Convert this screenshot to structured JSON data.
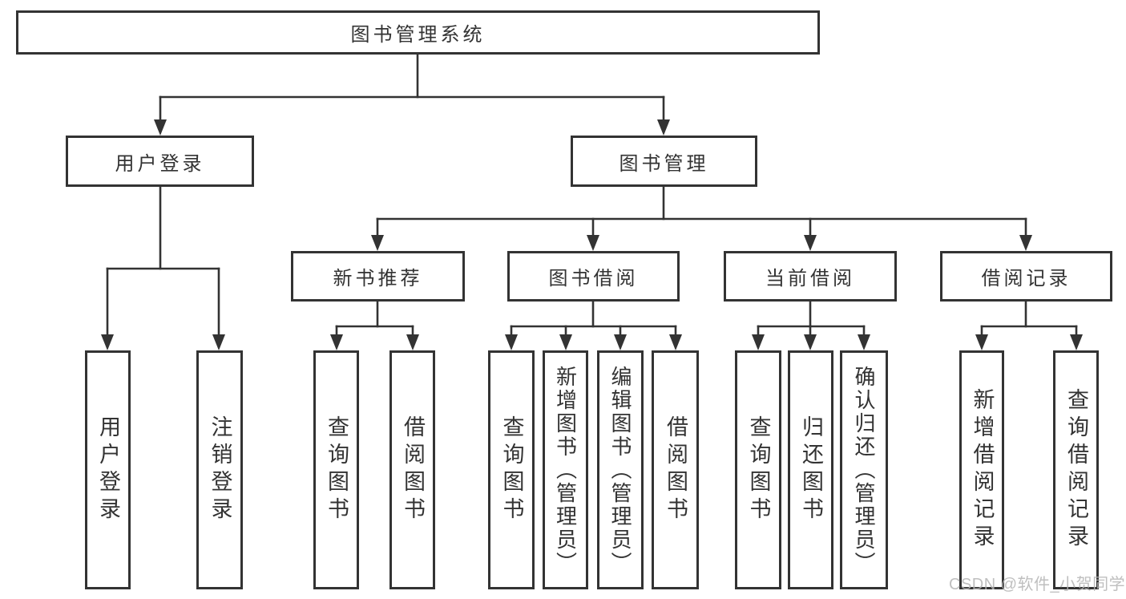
{
  "colors": {
    "line": "#333333",
    "box_border": "#333333",
    "text": "#333333",
    "bg": "#ffffff",
    "watermark": "#b4b4b4"
  },
  "watermark": {
    "text": "CSDN @软件_小贺同学"
  },
  "tree": {
    "label": "图书管理系统",
    "children": [
      {
        "label": "用户登录",
        "children": [
          {
            "label": "用户登录"
          },
          {
            "label": "注销登录"
          }
        ]
      },
      {
        "label": "图书管理",
        "children": [
          {
            "label": "新书推荐",
            "children": [
              {
                "label": "查询图书"
              },
              {
                "label": "借阅图书"
              }
            ]
          },
          {
            "label": "图书借阅",
            "children": [
              {
                "label": "查询图书"
              },
              {
                "label": "新增图书（管理员）"
              },
              {
                "label": "编辑图书（管理员）"
              },
              {
                "label": "借阅图书"
              }
            ]
          },
          {
            "label": "当前借阅",
            "children": [
              {
                "label": "查询图书"
              },
              {
                "label": "归还图书"
              },
              {
                "label": "确认归还（管理员）"
              }
            ]
          },
          {
            "label": "借阅记录",
            "children": [
              {
                "label": "新增借阅记录"
              },
              {
                "label": "查询借阅记录"
              }
            ]
          }
        ]
      }
    ]
  }
}
